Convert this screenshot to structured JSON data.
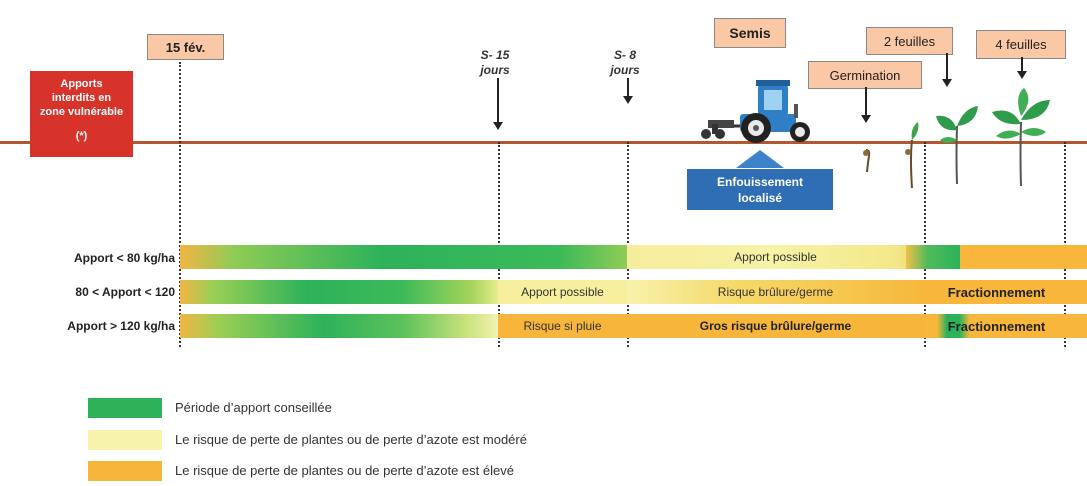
{
  "timeline": {
    "date_15fev": "15 fév.",
    "s15_line1": "S- 15",
    "s15_line2": "jours",
    "s8_line1": "S- 8",
    "s8_line2": "jours",
    "semis": "Semis",
    "germination": "Germination",
    "two_leaves": "2 feuilles",
    "four_leaves": "4 feuilles"
  },
  "forbidden_box": {
    "line1": "Apports",
    "line2": "interdits en",
    "line3": "zone vulnérable",
    "line4": "(*)"
  },
  "burial_box": {
    "line1": "Enfouissement",
    "line2": "localisé"
  },
  "rows": [
    {
      "label": "Apport < 80 kg/ha",
      "yellow_text": "Apport possible"
    },
    {
      "label": "80 < Apport < 120",
      "mid_text": "Apport possible",
      "yellow_text": "Risque brûlure/germe",
      "end_text": "Fractionnement"
    },
    {
      "label": "Apport > 120 kg/ha",
      "mid_text": "Risque si pluie",
      "yellow_text": "Gros risque brûlure/germe",
      "end_text": "Fractionnement"
    }
  ],
  "legend": [
    {
      "text": "Période d’apport conseillée",
      "color": "#2db25a"
    },
    {
      "text": "Le risque de perte de plantes ou de perte d’azote est modéré",
      "color": "#f7f2ac"
    },
    {
      "text": "Le risque de perte de plantes ou de perte d’azote est élevé",
      "color": "#f7b53a"
    }
  ],
  "colors": {
    "timeline": "#b2572f",
    "forbidden": "#d8332a",
    "burial": "#2f6eb5",
    "tag": "#fbc8a6"
  }
}
